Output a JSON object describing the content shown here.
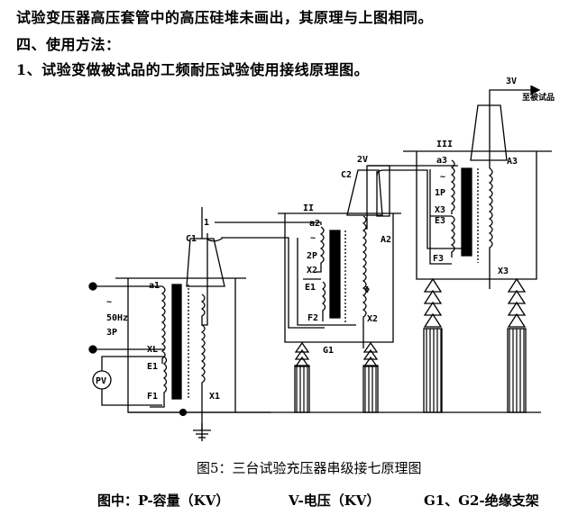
{
  "paragraphs": [
    "试验变压器高压套管中的高压硅堆未画出，其原理与上图相同。",
    "四、使用方法：",
    "1、试验变做被试品的工频耐压试验使用接线原理图。"
  ],
  "diagram": {
    "stage1": {
      "a": "a1",
      "xl": "XL",
      "e": "E1",
      "f": "F1",
      "x": "X1",
      "c": "C1",
      "freq": "50Hz",
      "cap": "3P",
      "ac": "~",
      "pv": "PV",
      "node": "1"
    },
    "stage2": {
      "label": "II",
      "a": "a2",
      "cap": "2P",
      "x": "X2",
      "e": "E1",
      "f": "F2",
      "hv_a": "A2",
      "hv_x": "X2",
      "c": "C2",
      "phi": "Φ",
      "volt": "2V",
      "ac": "~",
      "stand": "G1"
    },
    "stage3": {
      "label": "III",
      "a": "a3",
      "cap": "1P",
      "x": "X3",
      "e": "E3",
      "f": "F3",
      "hv_a": "A3",
      "hv_x": "X3",
      "volt": "3V",
      "ac": "~",
      "to_specimen": "至被试品"
    }
  },
  "caption": "图5：三台试验充压器串级接七原理图",
  "legend": [
    "图中：P-容量（KV）",
    "V-电压（KV）",
    "G1、G2-绝缘支架"
  ]
}
